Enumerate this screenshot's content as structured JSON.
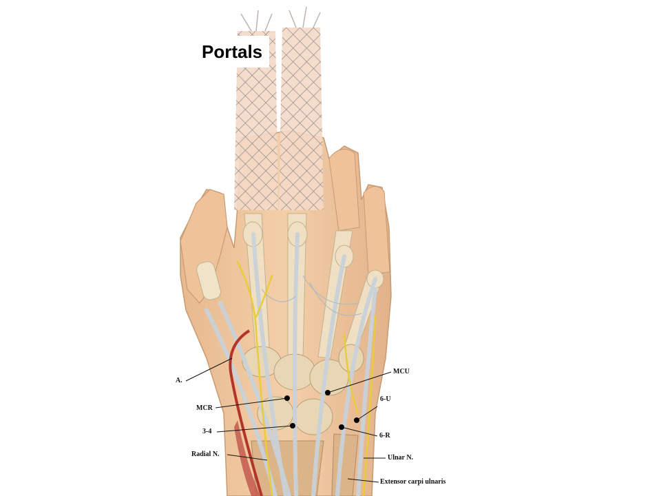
{
  "slide": {
    "title": "Portals"
  },
  "labels": {
    "a": "A.",
    "mcr": "MCR",
    "three_four": "3-4",
    "radial_n": "Radial N.",
    "mcu": "MCU",
    "six_u": "6-U",
    "six_r": "6-R",
    "ulnar_n": "Ulnar N.",
    "ecu": "Extensor carpi ulnaris"
  },
  "colors": {
    "skin": "#f0c9a0",
    "skin_shadow": "#d9a77a",
    "bone": "#efe0c4",
    "tendon": "#c9d2da",
    "nerve": "#e8cc3a",
    "artery": "#b5342a",
    "trap": "#9a8f86"
  }
}
